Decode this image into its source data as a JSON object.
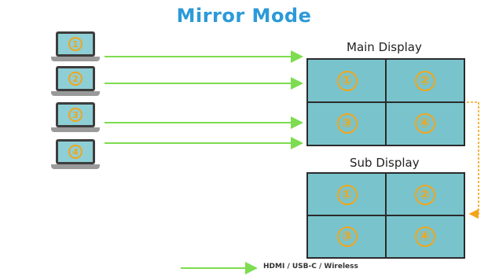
{
  "title": "Mirror Mode",
  "main_display": {
    "label": "Main Display",
    "cells": [
      "①",
      "②",
      "③",
      "④"
    ]
  },
  "sub_display": {
    "label": "Sub Display",
    "cells": [
      "①",
      "②",
      "③",
      "④"
    ]
  },
  "laptops": [
    {
      "number": "1"
    },
    {
      "number": "2"
    },
    {
      "number": "3"
    },
    {
      "number": "4"
    }
  ],
  "legend": {
    "connection_label": "HDMI / USB-C / Wireless"
  },
  "colors": {
    "title": "#2c9ad8",
    "arrow_green": "#7ddc4f",
    "mirror_link": "#f2a51a",
    "screen_fill": "#79c4cc",
    "number": "#f2a51a"
  }
}
